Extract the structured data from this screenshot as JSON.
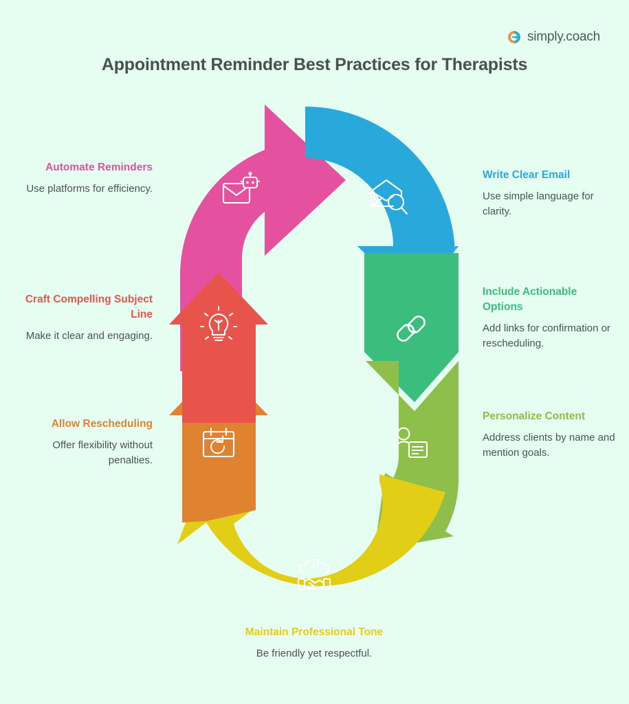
{
  "brand": {
    "name": "simply.coach",
    "logo_icon": "circular-arrow-logo-icon",
    "logo_colors": {
      "left": "#e8954a",
      "right": "#35a9c4"
    }
  },
  "header": {
    "title": "Appointment Reminder Best Practices for Therapists"
  },
  "theme": {
    "background": "#e6fdf1",
    "title_color": "#48524d",
    "body_text_color": "#4a5550"
  },
  "diagram": {
    "type": "cyclical-arrow-loop",
    "steps": [
      {
        "id": "automate-reminders",
        "title": "Automate Reminders",
        "body": "Use platforms for efficiency.",
        "color": "#e4519f",
        "title_color": "#e0529e",
        "icon": "envelope-robot-icon",
        "side": "left",
        "segment": "top-left-curve"
      },
      {
        "id": "write-clear-email",
        "title": "Write Clear Email",
        "body": "Use simple language for clarity.",
        "color": "#29a8dc",
        "title_color": "#29a8dc",
        "icon": "envelope-search-icon",
        "side": "right",
        "segment": "top-right-curve"
      },
      {
        "id": "include-actionable-options",
        "title": "Include Actionable Options",
        "body": "Add links for confirmation or rescheduling.",
        "color": "#3bbd7e",
        "title_color": "#3cbc7e",
        "icon": "chain-link-icon",
        "side": "right",
        "segment": "right-upper-vertical"
      },
      {
        "id": "personalize-content",
        "title": "Personalize Content",
        "body": "Address clients by name and mention goals.",
        "color": "#8dbf4a",
        "title_color": "#8cbe49",
        "icon": "person-card-icon",
        "side": "right",
        "segment": "right-lower-vertical"
      },
      {
        "id": "maintain-professional-tone",
        "title": "Maintain Professional Tone",
        "body": "Be friendly yet respectful.",
        "color": "#e3ce17",
        "title_color": "#e3ce17",
        "icon": "handshake-icon",
        "side": "bottom",
        "segment": "bottom-curve"
      },
      {
        "id": "allow-rescheduling",
        "title": "Allow Rescheduling",
        "body": "Offer flexibility without penalties.",
        "color": "#e08331",
        "title_color": "#e08331",
        "icon": "calendar-refresh-icon",
        "side": "left",
        "segment": "left-lower-vertical"
      },
      {
        "id": "craft-compelling-subject-line",
        "title": "Craft Compelling Subject Line",
        "body": "Make it clear and engaging.",
        "color": "#e8544b",
        "title_color": "#e8544b",
        "icon": "lightbulb-icon",
        "side": "left",
        "segment": "left-upper-vertical"
      }
    ]
  }
}
